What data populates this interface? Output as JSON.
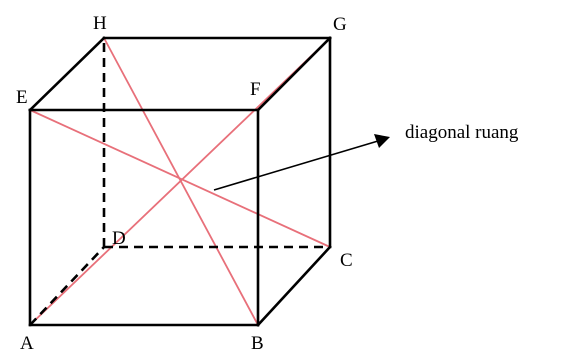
{
  "vertices": {
    "A": "A",
    "B": "B",
    "C": "C",
    "D": "D",
    "E": "E",
    "F": "F",
    "G": "G",
    "H": "H"
  },
  "annotation": {
    "label": "diagonal ruang"
  },
  "colors": {
    "edge": "#000000",
    "diagonal": "#e8707a",
    "annotation": "#000000"
  }
}
